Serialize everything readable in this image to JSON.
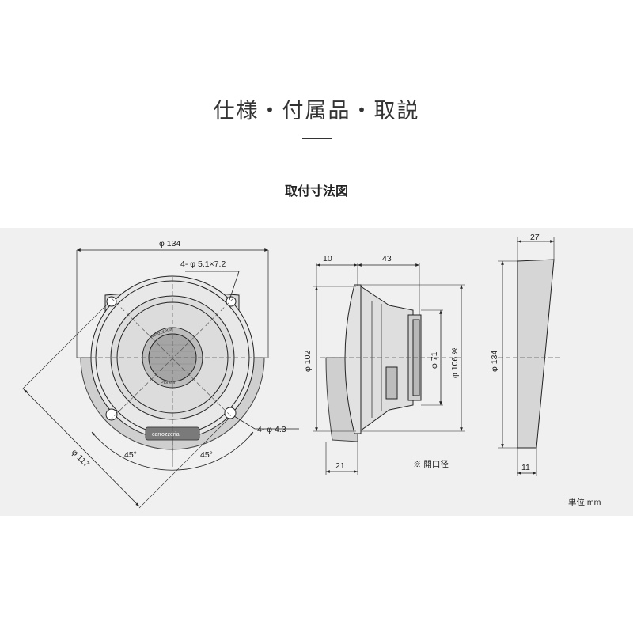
{
  "header": {
    "title": "仕様・付属品・取説",
    "section_title": "取付寸法図"
  },
  "front_view": {
    "dim_diameter_top": "φ 134",
    "dim_holes_top": "4- φ 5.1×7.2",
    "dim_holes_bottom": "4- φ 4.3",
    "dim_diameter_diag": "φ 117",
    "dim_angle_left": "45°",
    "dim_angle_right": "45°",
    "brand_label": "carrozzeria",
    "brand_sub": "Pioneer"
  },
  "side_view": {
    "dim_flange": "10",
    "dim_depth": "43",
    "dim_bottom_depth": "21",
    "dim_diameter_102": "φ 102",
    "dim_diameter_71": "φ 71",
    "dim_diameter_106": "φ 106 ※",
    "note": "※ 開口径"
  },
  "grille_view": {
    "dim_top": "27",
    "dim_bottom": "11",
    "dim_diameter": "φ 134"
  },
  "unit_label": "単位:mm"
}
